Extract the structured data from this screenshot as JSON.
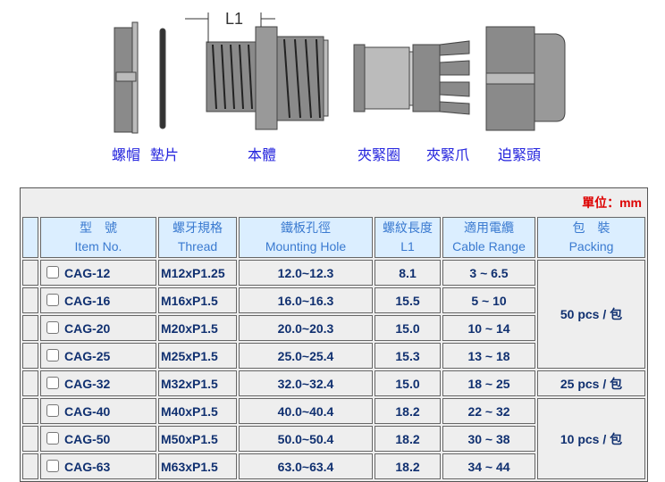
{
  "diagram": {
    "dimension_label": "L1",
    "parts": [
      "螺帽",
      "墊片",
      "本體",
      "夾緊圈",
      "夾緊爪",
      "迫緊頭"
    ]
  },
  "table": {
    "unit_label": "單位：mm",
    "headers": [
      {
        "zh": "型　號",
        "en": "Item No."
      },
      {
        "zh": "螺牙規格",
        "en": "Thread"
      },
      {
        "zh": "鐵板孔徑",
        "en": "Mounting Hole"
      },
      {
        "zh": "螺紋長度",
        "en": "L1"
      },
      {
        "zh": "適用電纜",
        "en": "Cable Range"
      },
      {
        "zh": "包　裝",
        "en": "Packing"
      }
    ],
    "rows": [
      {
        "item": "CAG-12",
        "thread": "M12xP1.25",
        "hole": "12.0~12.3",
        "l1": "8.1",
        "cable": "3 ~ 6.5"
      },
      {
        "item": "CAG-16",
        "thread": "M16xP1.5",
        "hole": "16.0~16.3",
        "l1": "15.5",
        "cable": "5 ~ 10"
      },
      {
        "item": "CAG-20",
        "thread": "M20xP1.5",
        "hole": "20.0~20.3",
        "l1": "15.0",
        "cable": "10 ~ 14"
      },
      {
        "item": "CAG-25",
        "thread": "M25xP1.5",
        "hole": "25.0~25.4",
        "l1": "15.3",
        "cable": "13 ~ 18"
      },
      {
        "item": "CAG-32",
        "thread": "M32xP1.5",
        "hole": "32.0~32.4",
        "l1": "15.0",
        "cable": "18 ~ 25"
      },
      {
        "item": "CAG-40",
        "thread": "M40xP1.5",
        "hole": "40.0~40.4",
        "l1": "18.2",
        "cable": "22 ~ 32"
      },
      {
        "item": "CAG-50",
        "thread": "M50xP1.5",
        "hole": "50.0~50.4",
        "l1": "18.2",
        "cable": "30 ~ 38"
      },
      {
        "item": "CAG-63",
        "thread": "M63xP1.5",
        "hole": "63.0~63.4",
        "l1": "18.2",
        "cable": "34 ~ 44"
      }
    ],
    "packing": [
      "50 pcs / 包",
      "25 pcs / 包",
      "10 pcs / 包"
    ]
  }
}
